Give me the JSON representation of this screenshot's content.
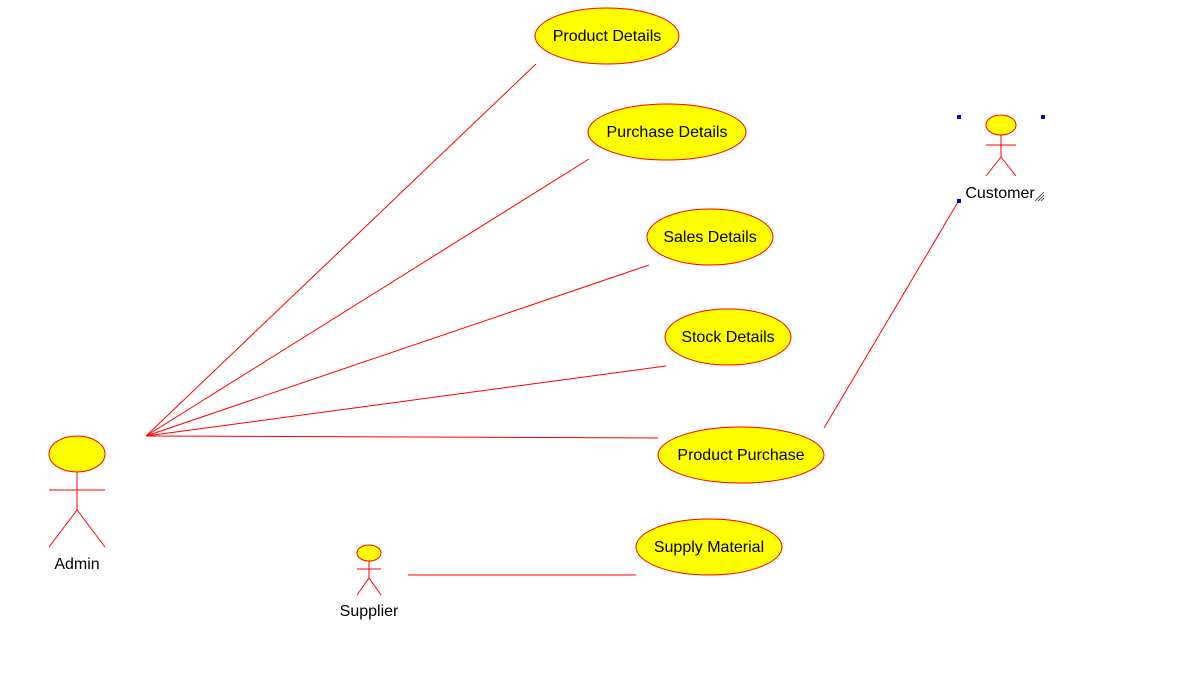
{
  "colors": {
    "line": "#ff0000",
    "fill": "#ffff00",
    "text": "#000000",
    "selection_handle": "#0000cc",
    "background": "#ffffff"
  },
  "actors": {
    "admin": {
      "label": "Admin"
    },
    "customer": {
      "label": "Customer",
      "selected": true
    },
    "supplier": {
      "label": "Supplier"
    }
  },
  "use_cases": {
    "product_details": {
      "label": "Product Details"
    },
    "purchase_details": {
      "label": "Purchase Details"
    },
    "sales_details": {
      "label": "Sales Details"
    },
    "stock_details": {
      "label": "Stock Details"
    },
    "product_purchase": {
      "label": "Product Purchase"
    },
    "supply_material": {
      "label": "Supply Material"
    }
  },
  "associations": [
    {
      "from": "Admin",
      "to": "Product Details"
    },
    {
      "from": "Admin",
      "to": "Purchase Details"
    },
    {
      "from": "Admin",
      "to": "Sales Details"
    },
    {
      "from": "Admin",
      "to": "Stock Details"
    },
    {
      "from": "Admin",
      "to": "Product Purchase"
    },
    {
      "from": "Customer",
      "to": "Product Purchase"
    },
    {
      "from": "Supplier",
      "to": "Supply Material"
    }
  ]
}
